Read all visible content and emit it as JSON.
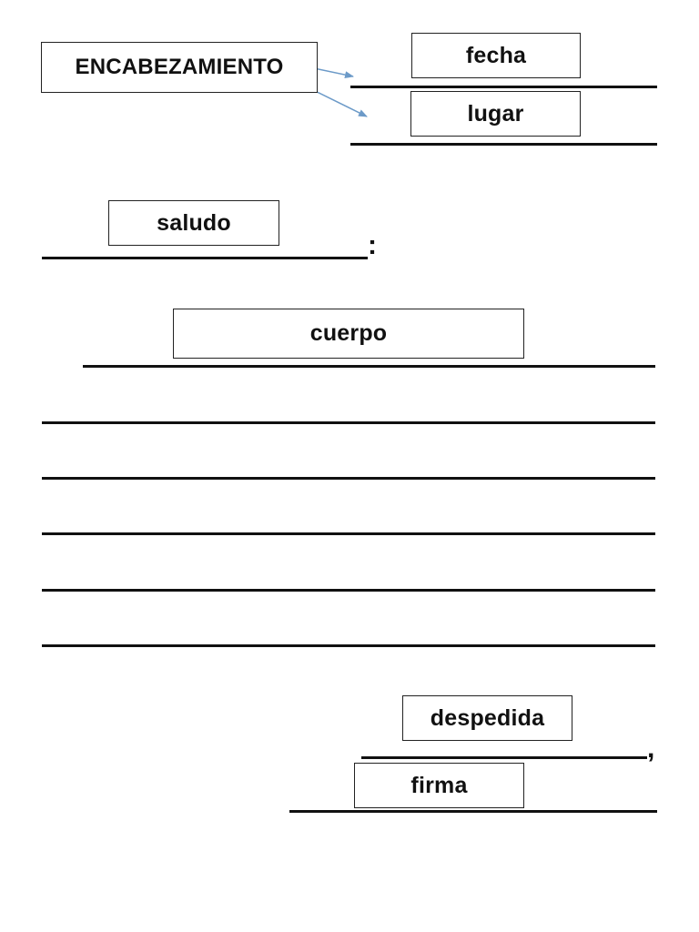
{
  "labels": {
    "encabezamiento": "ENCABEZAMIENTO",
    "fecha": "fecha",
    "lugar": "lugar",
    "saludo": "saludo",
    "cuerpo": "cuerpo",
    "despedida": "despedida",
    "firma": "firma"
  },
  "punctuation": {
    "after_saludo": ":",
    "after_despedida": ","
  },
  "colors": {
    "line": "#111111",
    "box_border": "#222222",
    "arrow": "#6c9ac8"
  }
}
